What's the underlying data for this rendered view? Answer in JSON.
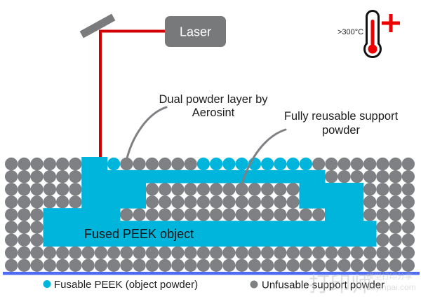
{
  "diagram": {
    "laser": {
      "label": "Laser"
    },
    "temperature": {
      "label": ">300°C"
    },
    "callouts": {
      "dual_layer": {
        "line1": "Dual powder layer by",
        "line2": "Aerosint"
      },
      "reusable": {
        "line1": "Fully reusable support",
        "line2": "powder"
      }
    },
    "object_label": "Fused PEEK object",
    "legend": [
      {
        "label": "Fusable PEEK (object powder)",
        "key": "C"
      },
      {
        "label": "Unfusable support powder",
        "key": "G"
      }
    ],
    "powder_bed": {
      "cell_types": {
        "G": "unfusable support powder particle",
        "C": "fusable PEEK powder particle",
        "F": "fused PEEK object"
      },
      "rows": [
        "GGGGGGFFCGGGGGGCCCCCCCCCGGGGGGGG",
        "GGGGGGFFFFFFFFFFFFFFFFFFFGGGGGGG",
        "GGGGGGFFFFFGGGGGGGGGGGGFFFFFGGGG",
        "GGGGGGFFFFFGGGGGGGGGGGGFFFFFGGGG",
        "GGGFFFFFFGGGGGGGGGGGGGGGGFFFGGGG",
        "GGGFFFFFFFFFFFFFFFFFFFFFFFFFFGGG",
        "GGGFFFFFFFFFFFFFFFFFFFFFFFFFFGGG",
        "GGGGGGGGGGGGGGGGGGGGGGGGGGGGGGGG",
        "GGGGGGGGGGGGGGGGGGGGGGGGGGGGGGGG"
      ]
    },
    "watermark": {
      "brand": "打印师",
      "tagline": "模型打印分享",
      "site": "dayinpai.com"
    }
  },
  "colors": {
    "support_powder": "#7f8083",
    "object_powder": "#00b5dc",
    "fused_object": "#00b5dc",
    "laser_beam": "#d20000",
    "laser_box": "#78797b",
    "mirror": "#7a7b7d",
    "leader_line": "#7f8083",
    "build_plate": "#4d6cf2",
    "thermometer_red": "#ee0000",
    "thermometer_outline": "#111111"
  }
}
